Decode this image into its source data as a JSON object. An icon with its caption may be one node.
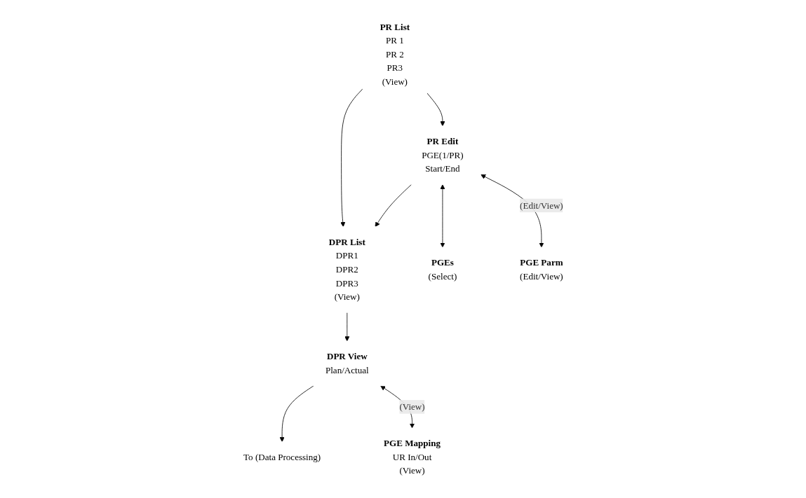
{
  "diagram": {
    "nodes": [
      {
        "text": [
          "PR List",
          "PR 1",
          "PR 2",
          "PR3",
          "(View)"
        ]
      },
      {
        "text": [
          "PR Edit",
          "PGE(1/PR)",
          "Start/End"
        ]
      },
      {
        "text": [
          "DPR List",
          "DPR1",
          "DPR2",
          "DPR3",
          "(View)"
        ]
      },
      {
        "text": [
          "DPR View",
          "Plan/Actual"
        ]
      },
      {
        "text": [
          "To (Data Processing)"
        ]
      },
      {
        "text": [
          "PGEs",
          "(Select)"
        ]
      },
      {
        "text": [
          "PGE Parm",
          "(Edit/View)"
        ]
      },
      {
        "text": [
          "PGE Mapping",
          "UR In/Out",
          "(View)"
        ]
      }
    ],
    "edges": [
      {
        "from": 0,
        "to": 1,
        "arrow": "to"
      },
      {
        "from": 0,
        "to": 2,
        "arrow": "to"
      },
      {
        "from": 1,
        "to": 2,
        "arrow": "to"
      },
      {
        "from": 2,
        "to": 3,
        "arrow": "to"
      },
      {
        "from": 3,
        "to": 4,
        "arrow": "to"
      },
      {
        "from": 1,
        "to": 5,
        "arrow": "both"
      },
      {
        "from": 1,
        "to": 6,
        "label": "(Edit/View)",
        "arrow": "both"
      },
      {
        "from": 3,
        "to": 7,
        "label": "(View)",
        "arrow": "both"
      }
    ]
  }
}
